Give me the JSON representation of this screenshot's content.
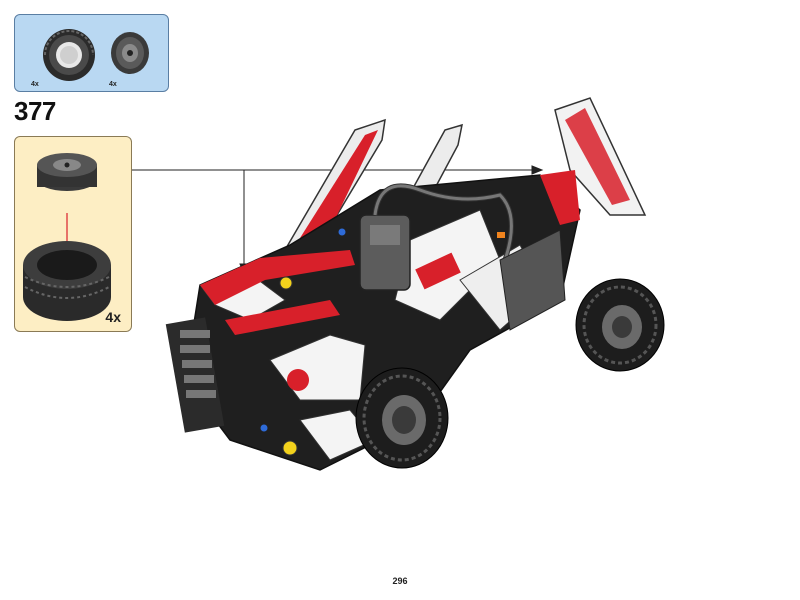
{
  "parts_list": {
    "items": [
      {
        "part": "tire",
        "quantity": "4x"
      },
      {
        "part": "wheel-rim",
        "quantity": "4x"
      }
    ]
  },
  "step": {
    "number": "377"
  },
  "sub_assembly": {
    "quantity": "4x"
  },
  "page": {
    "number": "296"
  },
  "colors": {
    "parts_box": "#b9d8f2",
    "sub_box": "#fdeec4",
    "accent_red": "#d8202a"
  }
}
